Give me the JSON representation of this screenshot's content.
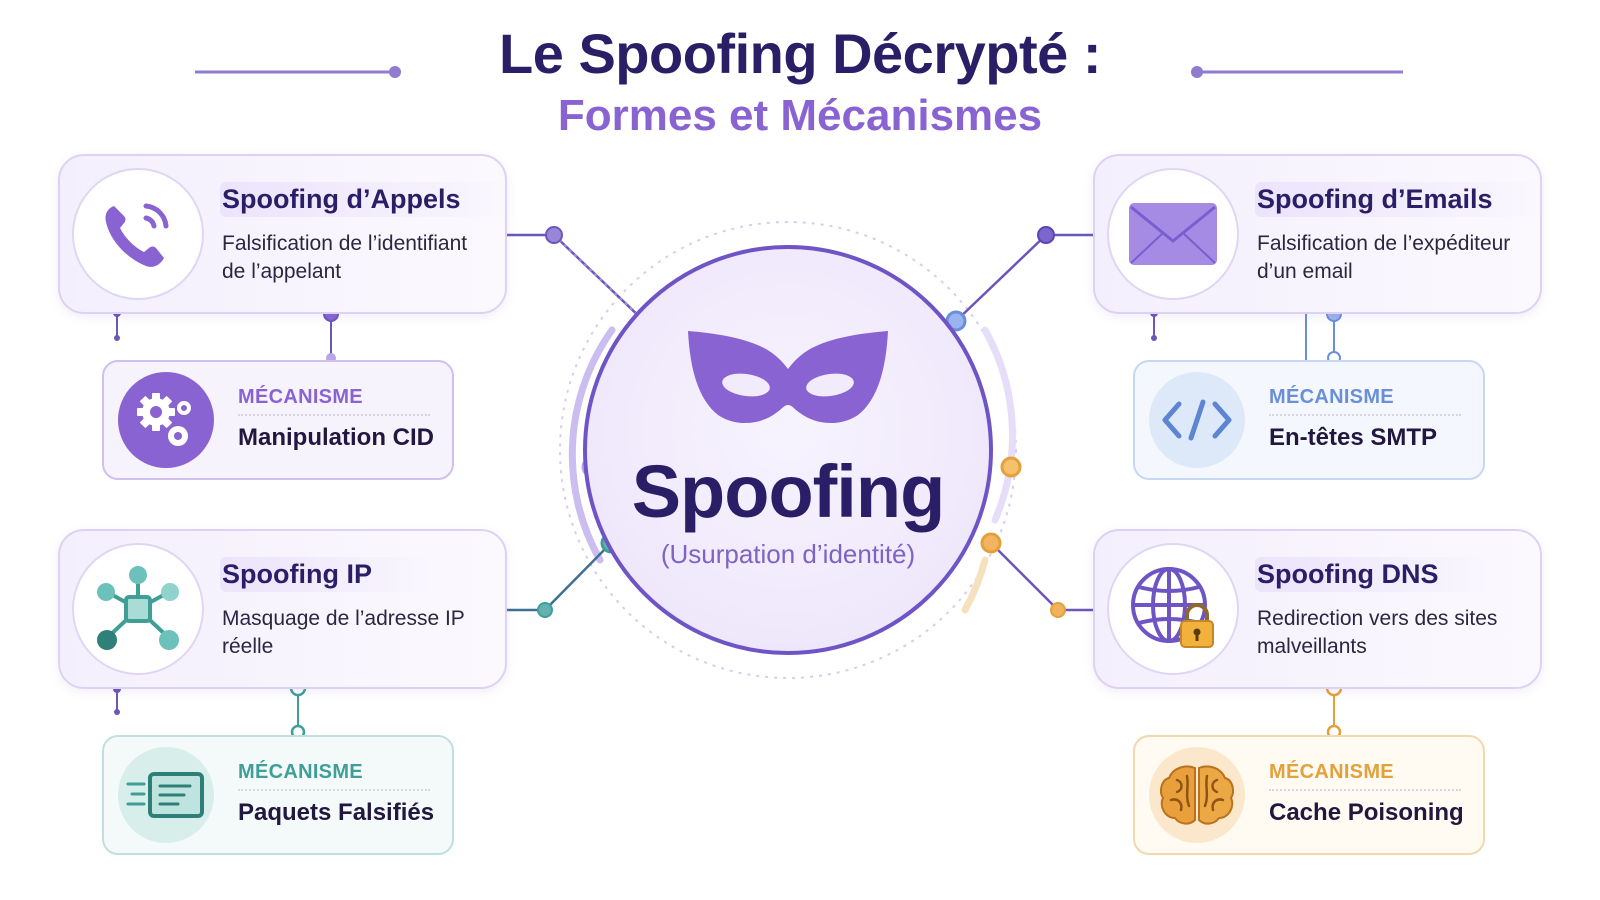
{
  "header": {
    "title": "Le Spoofing Décrypté :",
    "subtitle": "Formes et Mécanismes"
  },
  "center": {
    "title": "Spoofing",
    "subtitle": "(Usurpation d’identité)",
    "icon": "mask-icon"
  },
  "types": [
    {
      "title": "Spoofing d’Appels",
      "description": "Falsification de l’identifiant de l’appelant",
      "icon": "phone-icon"
    },
    {
      "title": "Spoofing d’Emails",
      "description": "Falsification de l’expéditeur d’un email",
      "icon": "envelope-icon"
    },
    {
      "title": "Spoofing IP",
      "description": "Masquage de l’adresse IP réelle",
      "icon": "network-icon"
    },
    {
      "title": "Spoofing DNS",
      "description": "Redirection vers des sites malveillants",
      "icon": "globe-lock-icon"
    }
  ],
  "mechanisms": [
    {
      "label": "MÉCANISME",
      "value": "Manipulation CID",
      "icon": "gears-icon",
      "accent": "#8a63d2"
    },
    {
      "label": "MÉCANISME",
      "value": "En-têtes SMTP",
      "icon": "code-icon",
      "accent": "#6a8fd8"
    },
    {
      "label": "MÉCANISME",
      "value": "Paquets Falsifiés",
      "icon": "packet-icon",
      "accent": "#3f9f98"
    },
    {
      "label": "MÉCANISME",
      "value": "Cache Poisoning",
      "icon": "brain-icon",
      "accent": "#e3a13b"
    }
  ],
  "colors": {
    "navy": "#2a1f66",
    "purple": "#8a63d2",
    "blue": "#6a8fd8",
    "teal": "#3f9f98",
    "orange": "#e3a13b"
  }
}
